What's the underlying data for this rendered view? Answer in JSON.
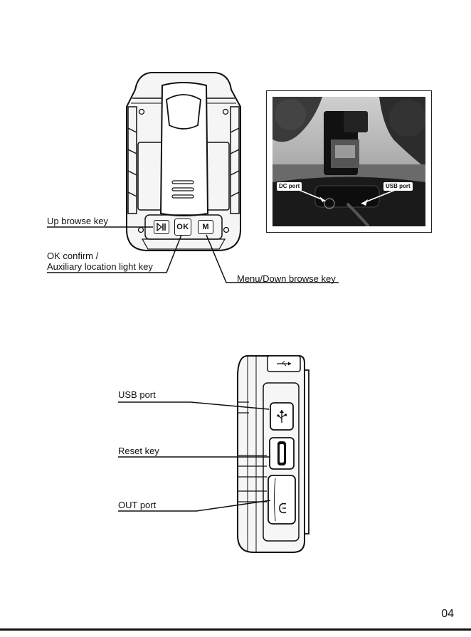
{
  "front_view": {
    "labels": {
      "up_browse": "Up browse key",
      "ok_confirm_1": "OK confirm /",
      "ok_confirm_2": "Auxiliary location light key",
      "menu_down": "Menu/Down browse key"
    },
    "buttons": {
      "play_pause_icon": "play-pause-icon",
      "ok_text": "OK",
      "m_text": "M"
    }
  },
  "photo": {
    "dc_port": "DC port",
    "usb_port": "USB port"
  },
  "side_view": {
    "labels": {
      "usb_port": "USB port",
      "reset_key": "Reset key",
      "out_port": "OUT port"
    }
  },
  "footer": {
    "page_number": "04"
  },
  "colors": {
    "ink": "#111111",
    "device_fill": "#f4f4f4"
  }
}
